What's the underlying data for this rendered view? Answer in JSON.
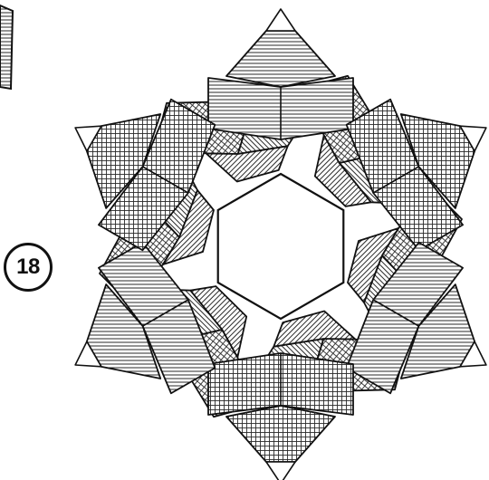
{
  "diagram": {
    "step_label": "18",
    "module_count": 6,
    "colors": {
      "ink": "#111111",
      "paper": "#ffffff",
      "hatch": "#2a2a2a"
    },
    "hatch_patterns": [
      "horizontal-lines",
      "cross-hatch",
      "diagonal-lines",
      "grid"
    ]
  }
}
